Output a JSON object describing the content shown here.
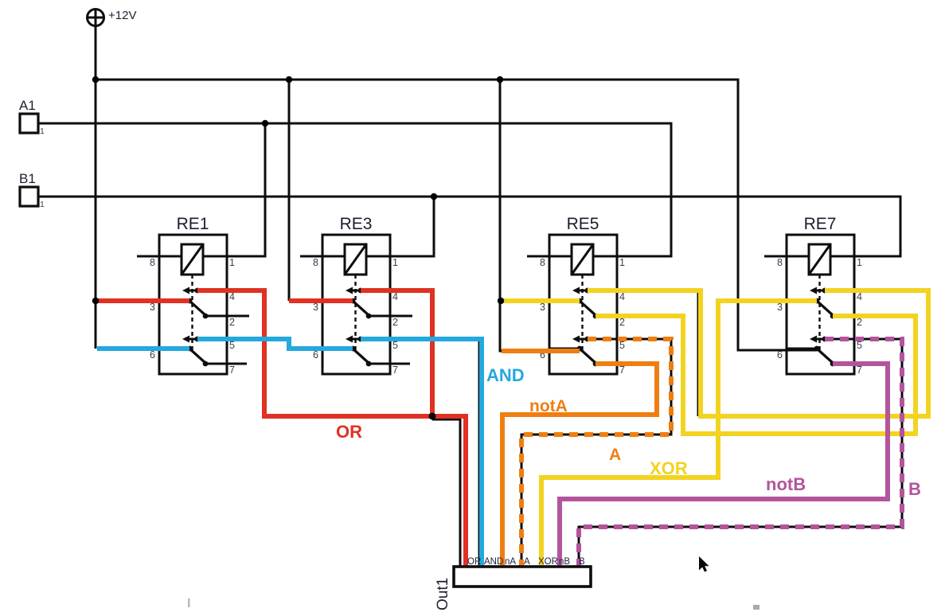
{
  "power": {
    "label": "+12V"
  },
  "terminals": {
    "a1": {
      "label": "A1",
      "pin": "1"
    },
    "b1": {
      "label": "B1",
      "pin": "1"
    }
  },
  "relays": [
    {
      "name": "RE1"
    },
    {
      "name": "RE3"
    },
    {
      "name": "RE5"
    },
    {
      "name": "RE7"
    }
  ],
  "relay_pins": [
    "8",
    "1",
    "3",
    "4",
    "2",
    "6",
    "5",
    "7"
  ],
  "out_connector": {
    "label": "Out1",
    "pins": [
      "OR",
      "AND",
      "nA",
      "A",
      "XOR",
      "nB",
      "B"
    ]
  },
  "signals": [
    {
      "label": "OR",
      "color": "#e03123"
    },
    {
      "label": "AND",
      "color": "#24a8de"
    },
    {
      "label": "notA",
      "color": "#ef7e11"
    },
    {
      "label": "A",
      "color": "#ef7e11"
    },
    {
      "label": "XOR",
      "color": "#f2d321"
    },
    {
      "label": "notB",
      "color": "#b3549c"
    },
    {
      "label": "B",
      "color": "#b3549c"
    }
  ],
  "ink": {
    "wire": "#0d0d0d",
    "dot": "#000000"
  }
}
